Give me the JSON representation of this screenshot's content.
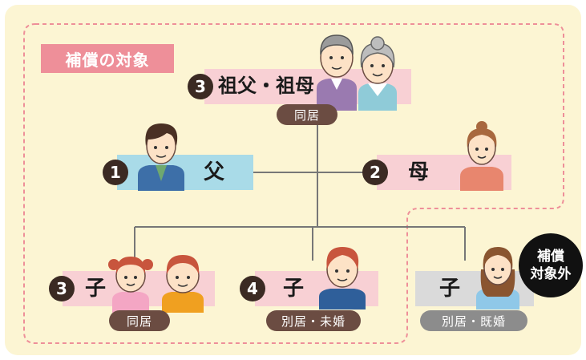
{
  "title_badge": "補償の対象",
  "grandparents": {
    "number": "3",
    "label": "祖父・祖母",
    "tag": "同居"
  },
  "father": {
    "number": "1",
    "label": "父"
  },
  "mother": {
    "number": "2",
    "label": "母"
  },
  "child_cohabiting": {
    "number": "3",
    "label": "子",
    "tag": "同居"
  },
  "child_separate_unmarried": {
    "number": "4",
    "label": "子",
    "tag": "別居・未婚"
  },
  "child_separate_married": {
    "label": "子",
    "tag": "別居・既婚"
  },
  "excluded_badge": {
    "line1": "補償",
    "line2": "対象外"
  },
  "colors": {
    "panel": "#fcf5d3",
    "dashed_border": "#ee8f99",
    "pink_bar": "#f8d0d4",
    "blue_bar": "#a9dbe8",
    "gray_bar": "#dadada",
    "number_circle": "#3b2a23",
    "tag_brown": "#6b4c42",
    "tag_gray": "#8c8c8c",
    "excluded_badge": "#111111",
    "line": "#777777"
  }
}
